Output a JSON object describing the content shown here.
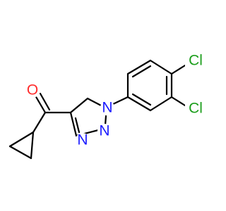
{
  "molecule": {
    "atoms": [
      {
        "id": "O1",
        "label": "O",
        "color": "#ff2d2d"
      },
      {
        "id": "N1",
        "label": "N",
        "color": "#1a1aff"
      },
      {
        "id": "N2",
        "label": "N",
        "color": "#1a1aff"
      },
      {
        "id": "N3",
        "label": "N",
        "color": "#1a1aff"
      },
      {
        "id": "Cl1",
        "label": "Cl",
        "color": "#1c9e1c"
      },
      {
        "id": "Cl2",
        "label": "Cl",
        "color": "#1c9e1c"
      }
    ],
    "bond_color": "#000000"
  }
}
